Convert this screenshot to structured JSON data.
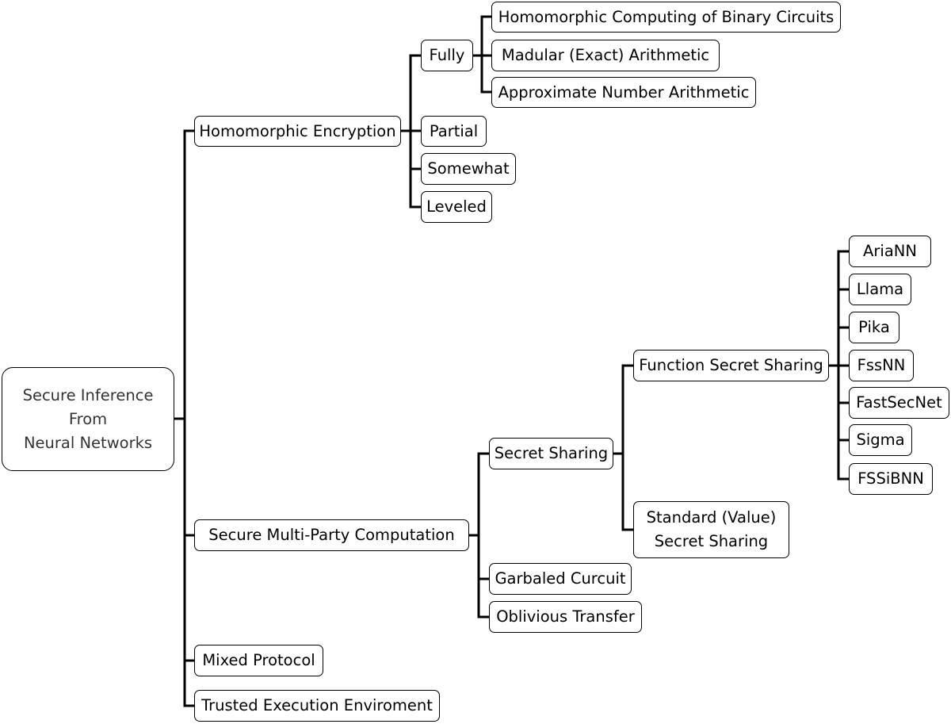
{
  "diagram": {
    "root": "Secure Inference\nFrom\nNeural Networks",
    "he": {
      "label": "Homomorphic Encryption",
      "fully": {
        "label": "Fully",
        "children": [
          "Homomorphic Computing of Binary Circuits",
          "Madular (Exact) Arithmetic",
          "Approximate Number Arithmetic"
        ]
      },
      "partial": "Partial",
      "somewhat": "Somewhat",
      "leveled": "Leveled"
    },
    "mpc": {
      "label": "Secure Multi-Party Computation",
      "secret_sharing": {
        "label": "Secret Sharing",
        "fss": {
          "label": "Function Secret Sharing",
          "children": [
            "AriaNN",
            "Llama",
            "Pika",
            "FssNN",
            "FastSecNet",
            "Sigma",
            "FSSiBNN"
          ]
        },
        "standard": "Standard (Value)\nSecret Sharing"
      },
      "garbled": "Garbaled Curcuit",
      "ot": "Oblivious Transfer"
    },
    "mixed": "Mixed Protocol",
    "tee": "Trusted Execution Enviroment"
  }
}
